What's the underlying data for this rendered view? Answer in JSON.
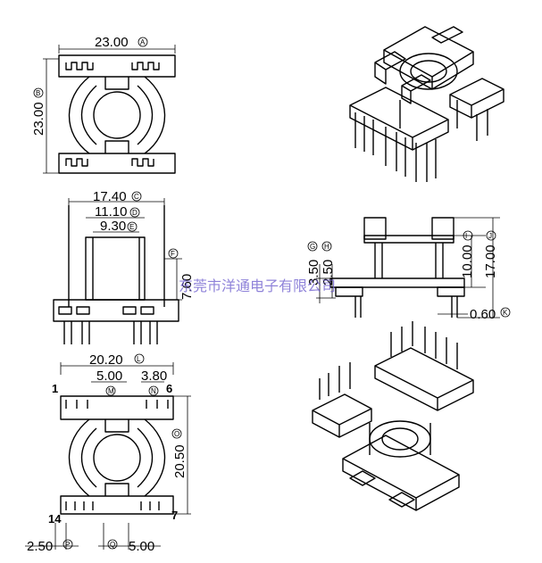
{
  "dimensions": {
    "top_width": {
      "value": "23.00",
      "tag": "A"
    },
    "top_height": {
      "value": "23.00",
      "tag": "B"
    },
    "side_width_outer": {
      "value": "17.40",
      "tag": "C"
    },
    "side_width_mid": {
      "value": "11.10",
      "tag": "D"
    },
    "side_width_inner": {
      "value": "9.30",
      "tag": "E"
    },
    "side_height_body": {
      "value": "7.60",
      "tag": "F"
    },
    "front_flange": {
      "value": "3.50",
      "tag": "G"
    },
    "front_flange_inner": {
      "value": "2.50",
      "tag": "H"
    },
    "front_height_inner": {
      "value": "10.00",
      "tag": "I"
    },
    "front_height_total": {
      "value": "17.00",
      "tag": "J"
    },
    "pin_diameter": {
      "value": "0.60",
      "tag": "K"
    },
    "bottom_width": {
      "value": "20.20",
      "tag": "L"
    },
    "pin_span": {
      "value": "5.00",
      "tag": "M"
    },
    "pin_pitch": {
      "value": "3.80",
      "tag": "N"
    },
    "bottom_height": {
      "value": "20.50",
      "tag": "O"
    },
    "edge_offset": {
      "value": "2.50",
      "tag": "P"
    },
    "pin_span_bottom": {
      "value": "5.00",
      "tag": "Q"
    }
  },
  "pin_labels": {
    "p1": "1",
    "p6": "6",
    "p14": "14",
    "p7": "7"
  },
  "watermark": "东莞市洋通电子有限公司"
}
